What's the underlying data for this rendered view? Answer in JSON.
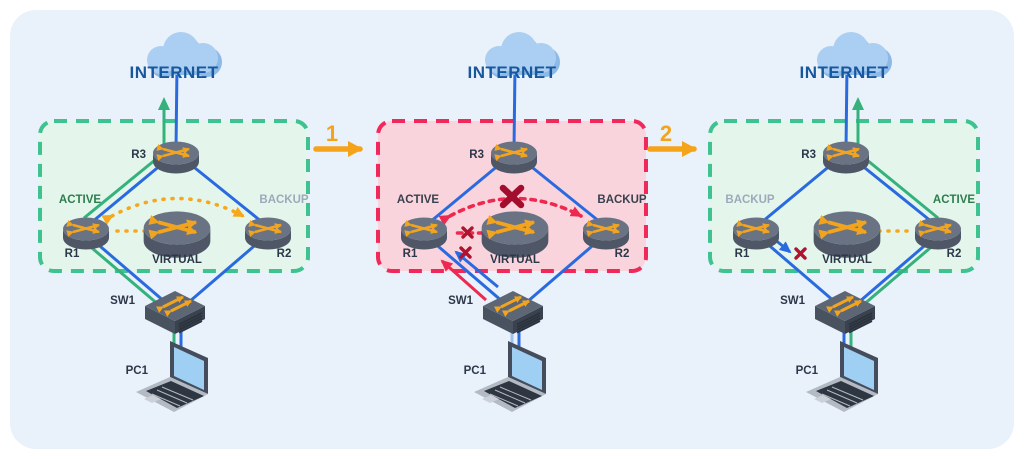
{
  "diagram": "router-failover-sequence",
  "colors": {
    "canvas_bg": "#e9f1fb",
    "link_blue": "#2a6ae0",
    "link_light_blue": "#9cc3ef",
    "path_green": "#35b17c",
    "virtual_map_yellow": "#f6a71b",
    "failure_red": "#ee2950",
    "x_dark_red": "#a30e2e",
    "ok_box_fill": "#e4f6ec",
    "ok_box_stroke": "#3ec28f",
    "fail_box_fill": "#fad4dc",
    "fail_box_stroke": "#f1295b",
    "internet_text": "#17579e",
    "active_text": "#2d7c4e",
    "backup_text": "#9da9ba",
    "transition_orange": "#f5a41a"
  },
  "transitions": [
    {
      "label": "1"
    },
    {
      "label": "2"
    }
  ],
  "panels": [
    {
      "state": "normal",
      "internet": "INTERNET",
      "r3": "R3",
      "r1": "R1",
      "r2": "R2",
      "r1_role": "ACTIVE",
      "r2_role": "BACKUP",
      "virtual": "VIRTUAL",
      "sw": "SW1",
      "pc": "PC1"
    },
    {
      "state": "failure",
      "internet": "INTERNET",
      "r3": "R3",
      "r1": "R1",
      "r2": "R2",
      "r1_role": "ACTIVE",
      "r2_role": "BACKUP",
      "virtual": "VIRTUAL",
      "sw": "SW1",
      "pc": "PC1"
    },
    {
      "state": "failover",
      "internet": "INTERNET",
      "r3": "R3",
      "r1": "R1",
      "r2": "R2",
      "r1_role": "BACKUP",
      "r2_role": "ACTIVE",
      "virtual": "VIRTUAL",
      "sw": "SW1",
      "pc": "PC1"
    }
  ]
}
